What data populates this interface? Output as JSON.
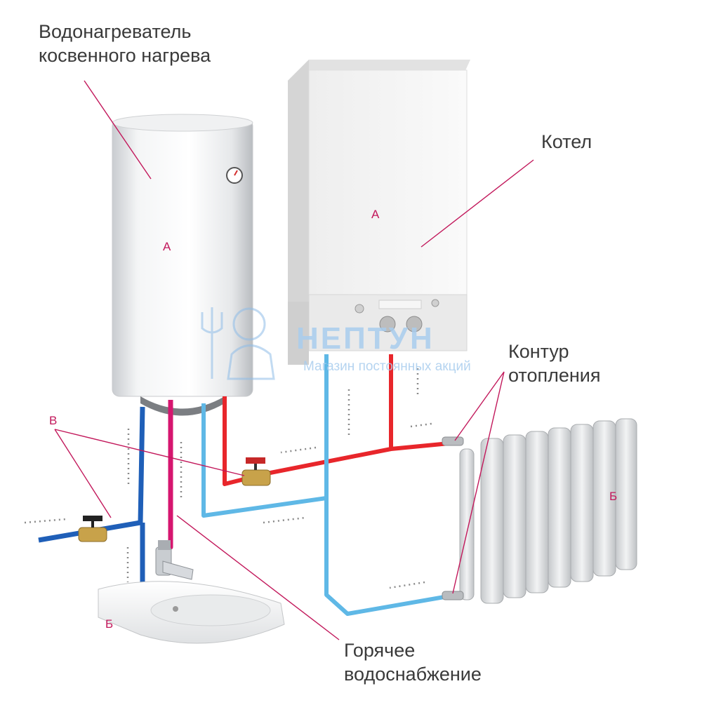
{
  "labels": {
    "water_heater_line1": "Водонагреватель",
    "water_heater_line2": "косвенного нагрева",
    "boiler": "Котел",
    "heating_circuit_line1": "Контур",
    "heating_circuit_line2": "отопления",
    "hot_water_line1": "Горячее",
    "hot_water_line2": "водоснабжение"
  },
  "markers": {
    "heater": "А",
    "boiler": "А",
    "valves": "В",
    "sink": "Б",
    "radiator": "Б"
  },
  "watermark": {
    "brand": "НЕПТУН",
    "tagline": "Магазин постоянных акций",
    "logo": "trident-neptune-logo"
  },
  "colors": {
    "hot_pipe": "#e8262b",
    "return_pipe": "#5fb8e6",
    "cold_pipe": "#1f5fb8",
    "dhw_pipe": "#d6166f",
    "leader_line": "#c2185b",
    "flow_arrow": "#8a8a8a"
  }
}
